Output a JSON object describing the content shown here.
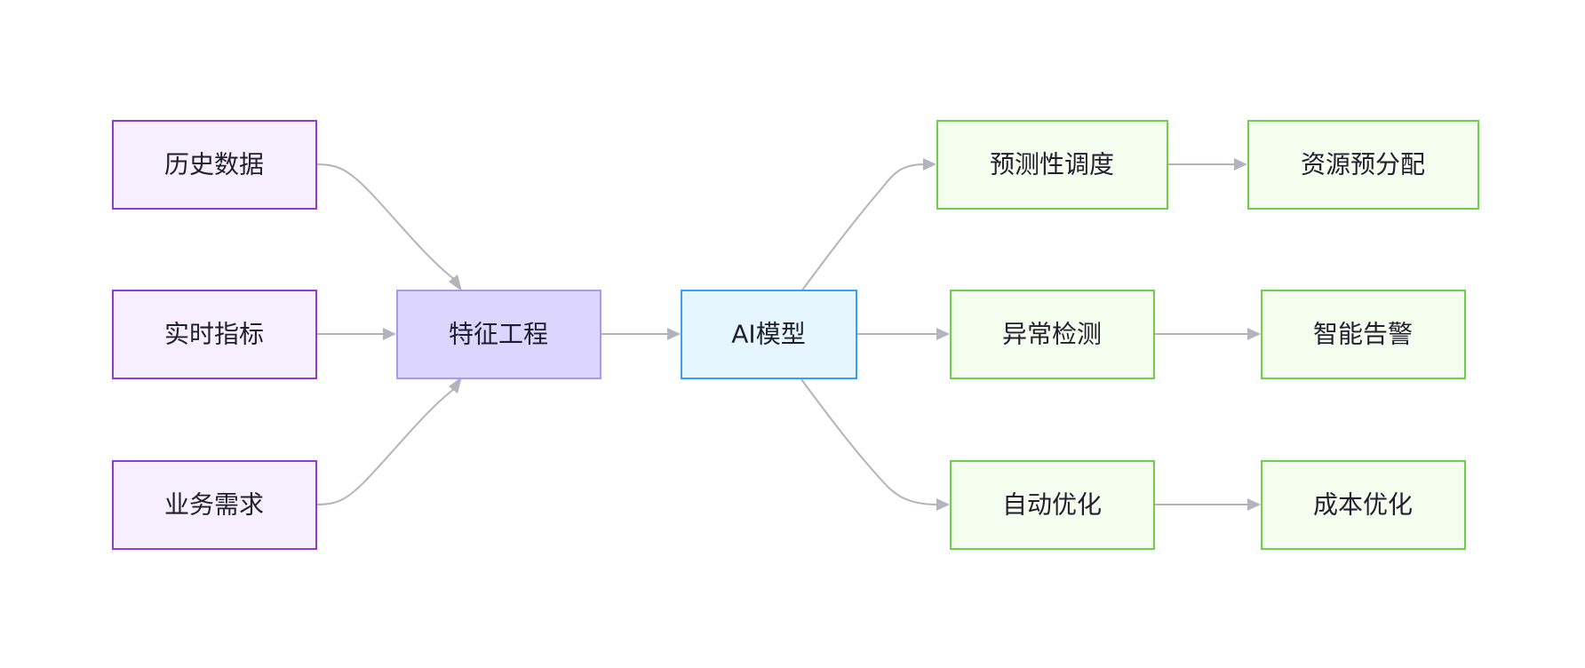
{
  "colors": {
    "input_fill": "#f7effd",
    "input_stroke": "#8a3fd1",
    "feature_fill": "#dcd6ff",
    "feature_stroke": "#a59bf0",
    "model_fill": "#e6f6ff",
    "model_stroke": "#3b9ef5",
    "output_fill": "#f5fdef",
    "output_stroke": "#6bd14a",
    "edge": "#b3b3bd",
    "text": "#1f1f2e"
  },
  "nodes": {
    "history": "历史数据",
    "realtime": "实时指标",
    "business": "业务需求",
    "feature": "特征工程",
    "model": "AI模型",
    "predict": "预测性调度",
    "allocate": "资源预分配",
    "anomaly": "异常检测",
    "alert": "智能告警",
    "optimize": "自动优化",
    "cost": "成本优化"
  },
  "edges": [
    {
      "from": "history",
      "to": "feature"
    },
    {
      "from": "realtime",
      "to": "feature"
    },
    {
      "from": "business",
      "to": "feature"
    },
    {
      "from": "feature",
      "to": "model"
    },
    {
      "from": "model",
      "to": "predict"
    },
    {
      "from": "model",
      "to": "anomaly"
    },
    {
      "from": "model",
      "to": "optimize"
    },
    {
      "from": "predict",
      "to": "allocate"
    },
    {
      "from": "anomaly",
      "to": "alert"
    },
    {
      "from": "optimize",
      "to": "cost"
    }
  ]
}
